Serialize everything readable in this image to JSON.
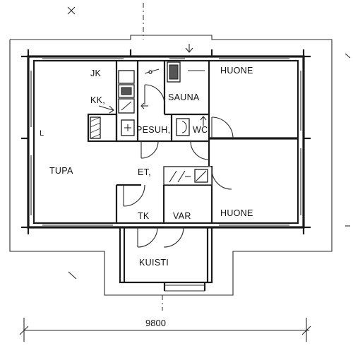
{
  "rooms": {
    "tupa": "TUPA",
    "jk": "JK",
    "kk": "KK,",
    "sauna": "SAUNA",
    "huone_top": "HUONE",
    "pesuh": "PESUH,",
    "wc": "WC",
    "et": "ET,",
    "tk": "TK",
    "var": "VAR",
    "huone_bottom": "HUONE",
    "kuisti": "KUISTI"
  },
  "dimension": {
    "width_label": "9800"
  },
  "marks": {
    "l_mark": "L"
  },
  "colors": {
    "line": "#1a1a1a",
    "paper": "#ffffff"
  }
}
